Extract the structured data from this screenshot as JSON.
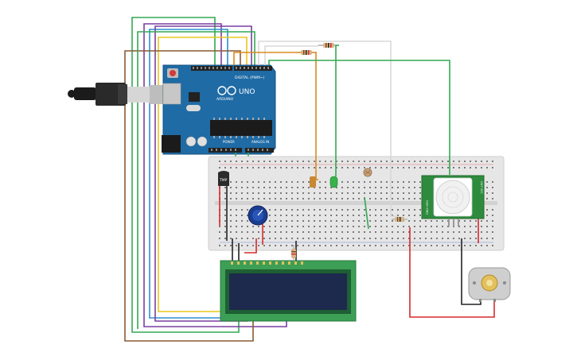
{
  "arduino": {
    "digital_header": "DIGITAL (PWM~)",
    "logo": "ARDUINO",
    "model": "UNO",
    "power_label": "POWER",
    "analog_label": "ANALOG IN"
  },
  "temp_sensor": {
    "label": "TMP"
  },
  "pir_sensor": {
    "label_left": "GND HIGH",
    "label_right": "OUT VCC"
  },
  "colors": {
    "board_blue": "#1f6ba5",
    "breadboard": "#e6e6e6",
    "lcd_pcb": "#3c9f55",
    "lcd_screen": "#1d2a4d",
    "pir_pcb": "#2e8b3e",
    "motor_body": "#cfcfcf",
    "wire_red": "#d62a2a",
    "wire_black": "#222222",
    "wire_green": "#34a853",
    "wire_orange": "#d98b1f",
    "wire_yellow": "#e7c81f",
    "wire_purple": "#7a3fa0",
    "wire_blue": "#2e8fd0",
    "wire_brown": "#8a5a34",
    "wire_white": "#d8d8d8"
  }
}
